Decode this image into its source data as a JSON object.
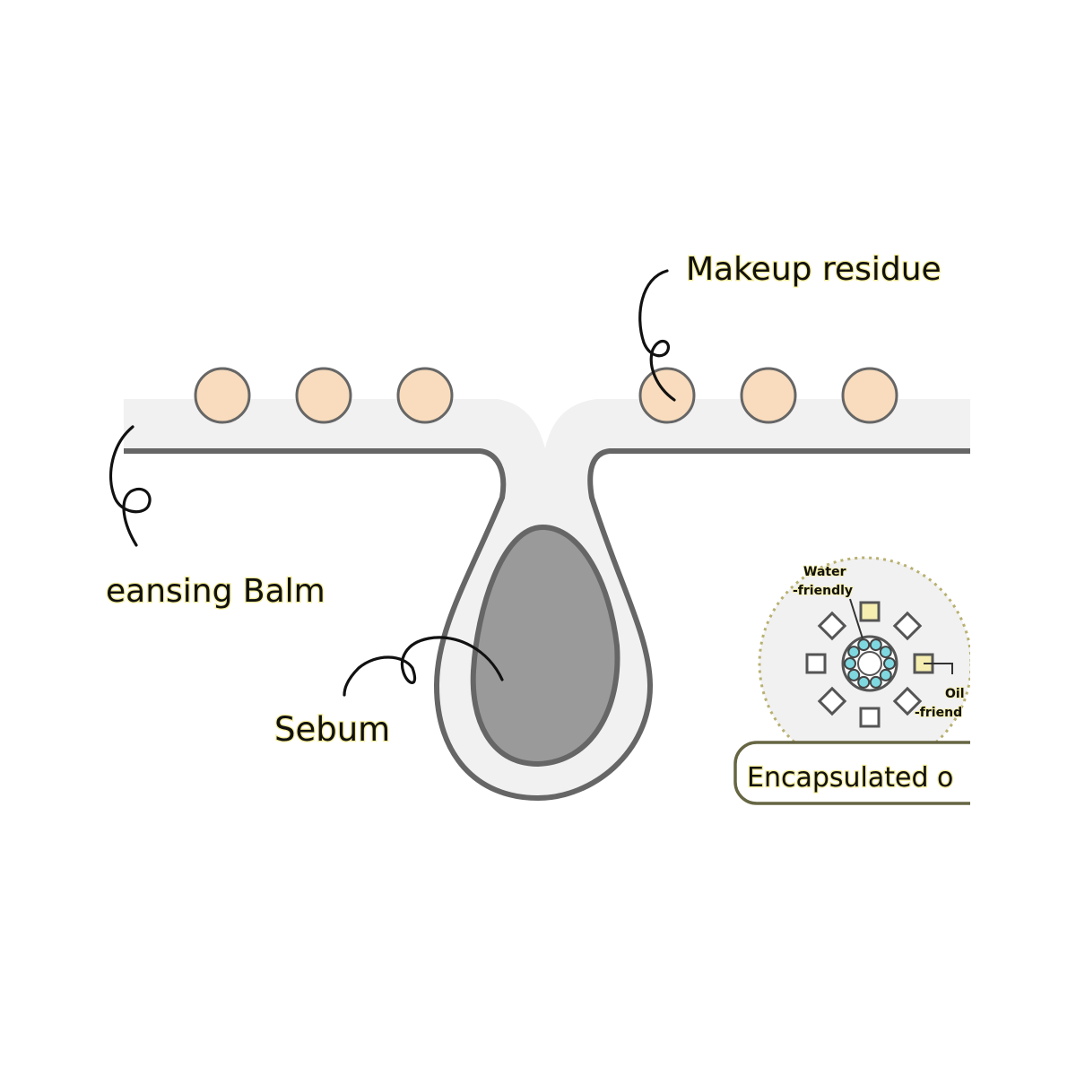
{
  "labels": {
    "makeup_residue": "Makeup residue",
    "cleansing_balm": "eansing Balm",
    "sebum": "Sebum",
    "water_friendly_line1": "Water",
    "water_friendly_line2": "-friendly",
    "oil_friendly_line1": "Oil",
    "oil_friendly_line2": "-friend",
    "encapsulated": "Encapsulated o"
  },
  "colors": {
    "skin": "#f1f1f1",
    "outline": "#666666",
    "sebum_fill": "#9a9a9a",
    "residue": "#f8dcbd",
    "label_glow": "#f4ec9a",
    "micelle_dot": "#7fd8e0",
    "oil_square": "#f6eeb0"
  }
}
